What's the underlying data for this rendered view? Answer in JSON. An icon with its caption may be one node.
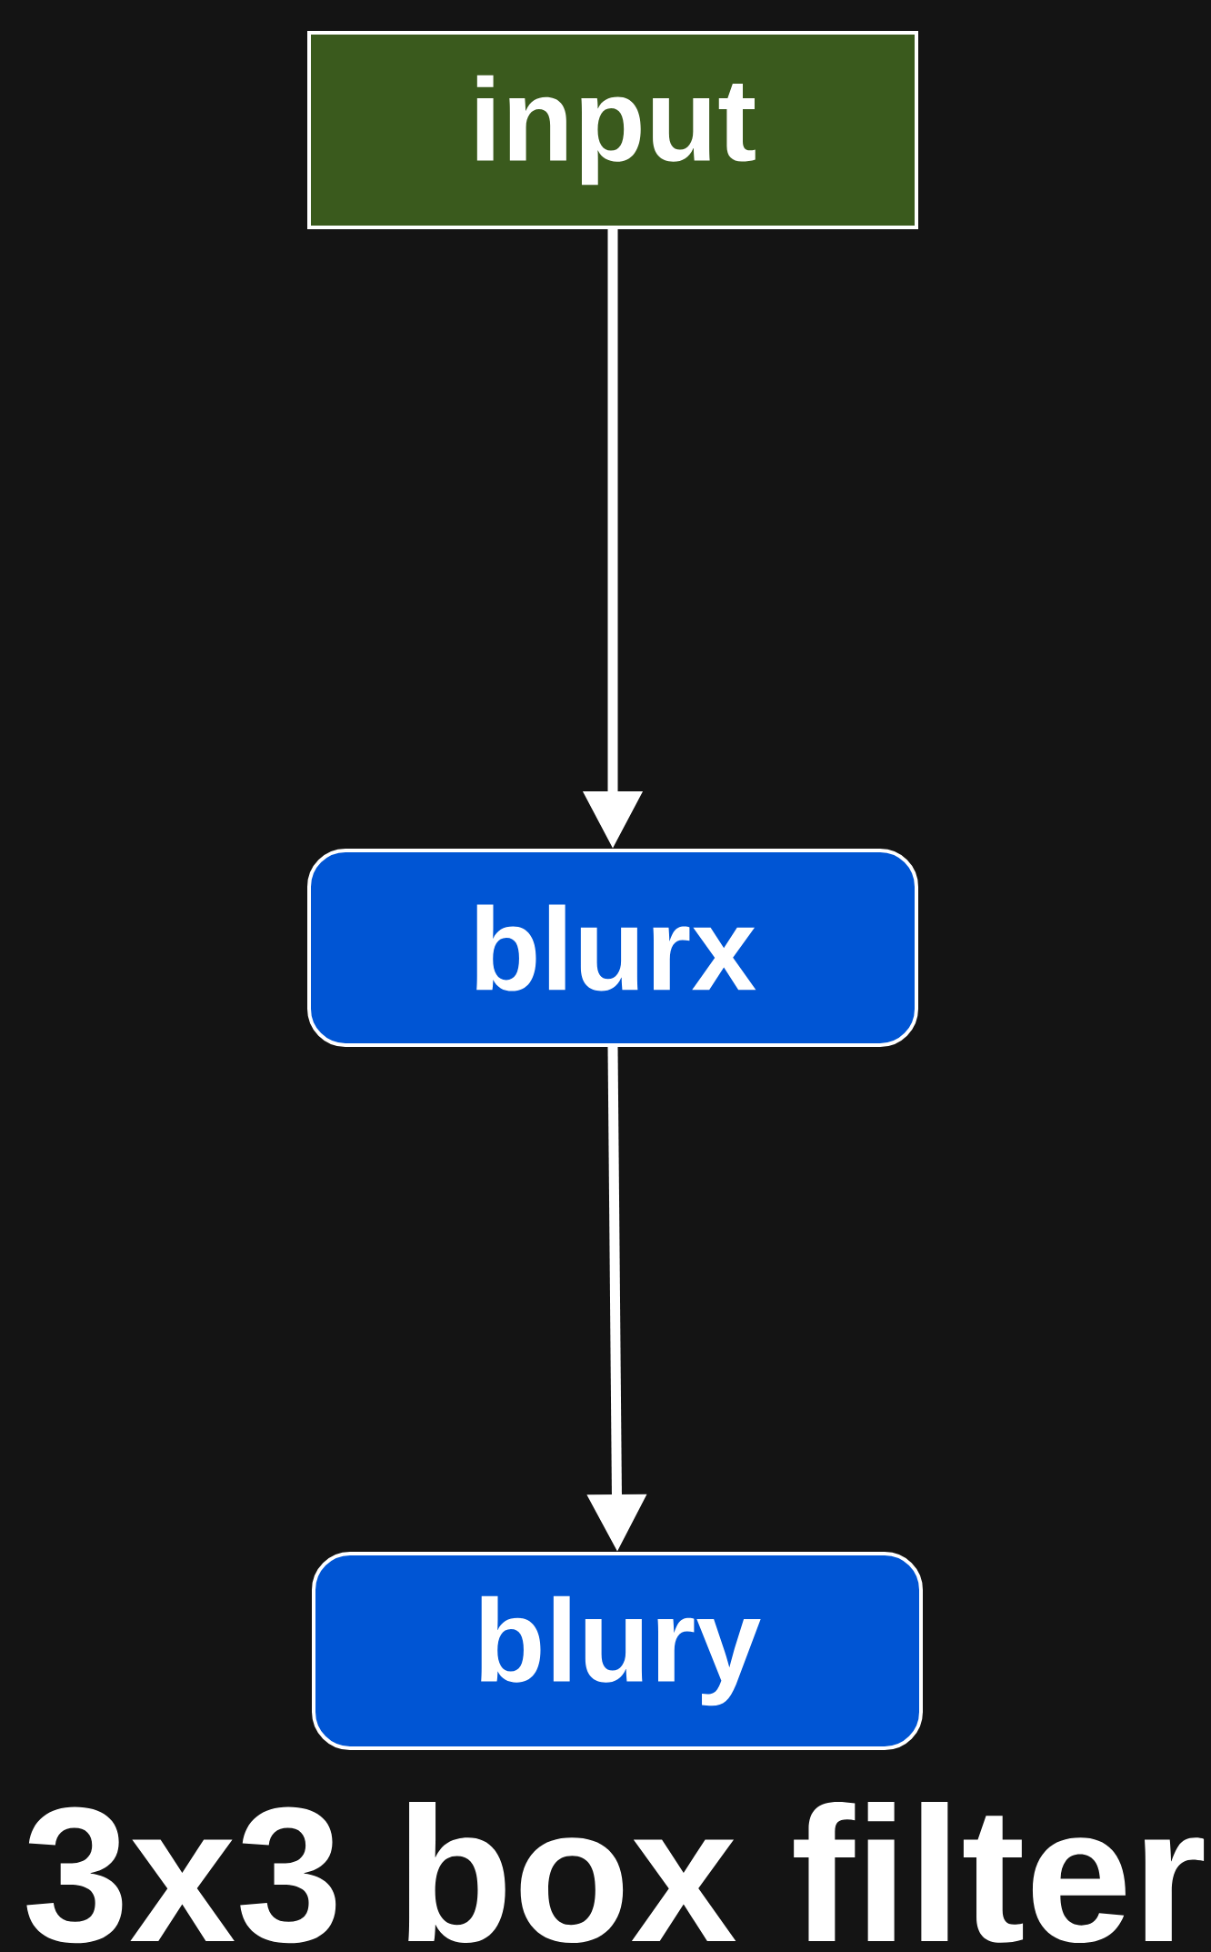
{
  "diagram": {
    "title": "3x3 box filter",
    "nodes": [
      {
        "text": [
          "input"
        ]
      },
      {
        "text": [
          "blurx"
        ]
      },
      {
        "text": [
          "blury"
        ]
      }
    ],
    "edges": [
      {
        "from": 0,
        "to": 1,
        "arrow": "to"
      },
      {
        "from": 1,
        "to": 2,
        "arrow": "to"
      }
    ]
  }
}
